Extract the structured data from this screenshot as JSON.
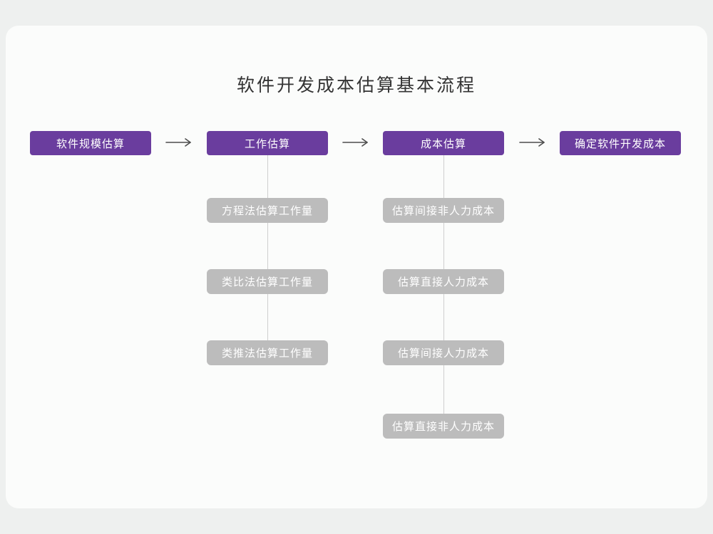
{
  "title": "软件开发成本估算基本流程",
  "colors": {
    "primary": "#6a3d9e",
    "sub_box": "#bcbcbc",
    "connector": "#cfcfcf",
    "arrow": "#4d4d4d"
  },
  "flow": {
    "nodes": [
      {
        "label": "软件规模估算"
      },
      {
        "label": "工作估算"
      },
      {
        "label": "成本估算"
      },
      {
        "label": "确定软件开发成本"
      }
    ]
  },
  "branches": [
    {
      "parent": "工作估算",
      "items": [
        "方程法估算工作量",
        "类比法估算工作量",
        "类推法估算工作量"
      ]
    },
    {
      "parent": "成本估算",
      "items": [
        "估算间接非人力成本",
        "估算直接人力成本",
        "估算间接人力成本",
        "估算直接非人力成本"
      ]
    }
  ]
}
